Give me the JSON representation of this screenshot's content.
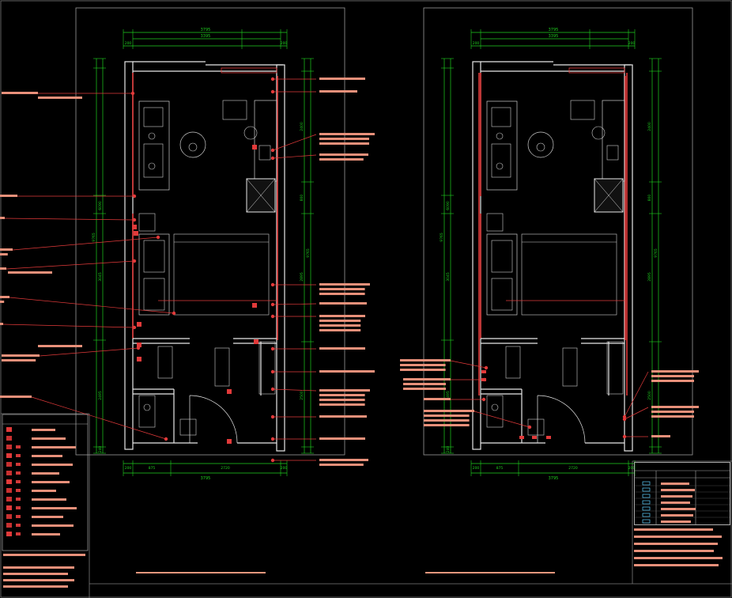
{
  "plans": [
    {
      "id": "electrical",
      "title": "",
      "scale": ""
    },
    {
      "id": "plumbing",
      "title": "",
      "scale": ""
    }
  ],
  "dimensions": {
    "overall_width": "3795",
    "inner_width": "3395",
    "wall_thickness": "200",
    "wall_thickness_right": "200",
    "bottom_segments": [
      "200",
      "875",
      "2720",
      "200"
    ],
    "heights_left": [
      "9765",
      "6090",
      "3045",
      "2495",
      "240"
    ],
    "heights_right": [
      "2400",
      "800",
      "2895",
      "2500",
      "9765"
    ],
    "room_label": ""
  },
  "stamps": {
    "engineer": "",
    "architect": "",
    "issue": ""
  },
  "legends": {
    "electrical": {
      "title": "",
      "rows": 13
    },
    "plumbing": {
      "title": "",
      "col1": "",
      "col2": "",
      "rows": 7
    }
  },
  "colors": {
    "background": "#000000",
    "wall": "#e8e8e8",
    "wall_red": "#e23a3a",
    "dimension": "#1fd11f",
    "callout": "#e23a3a",
    "furniture": "#cfcfcf",
    "text_bar": "#e8907a",
    "stamp": "#5f8bd8",
    "frame": "#8c8c8c"
  },
  "icons": [
    "socket-icon",
    "switch-icon",
    "lamp-icon",
    "water-inlet-icon",
    "drain-icon",
    "wall-socket-icon"
  ]
}
